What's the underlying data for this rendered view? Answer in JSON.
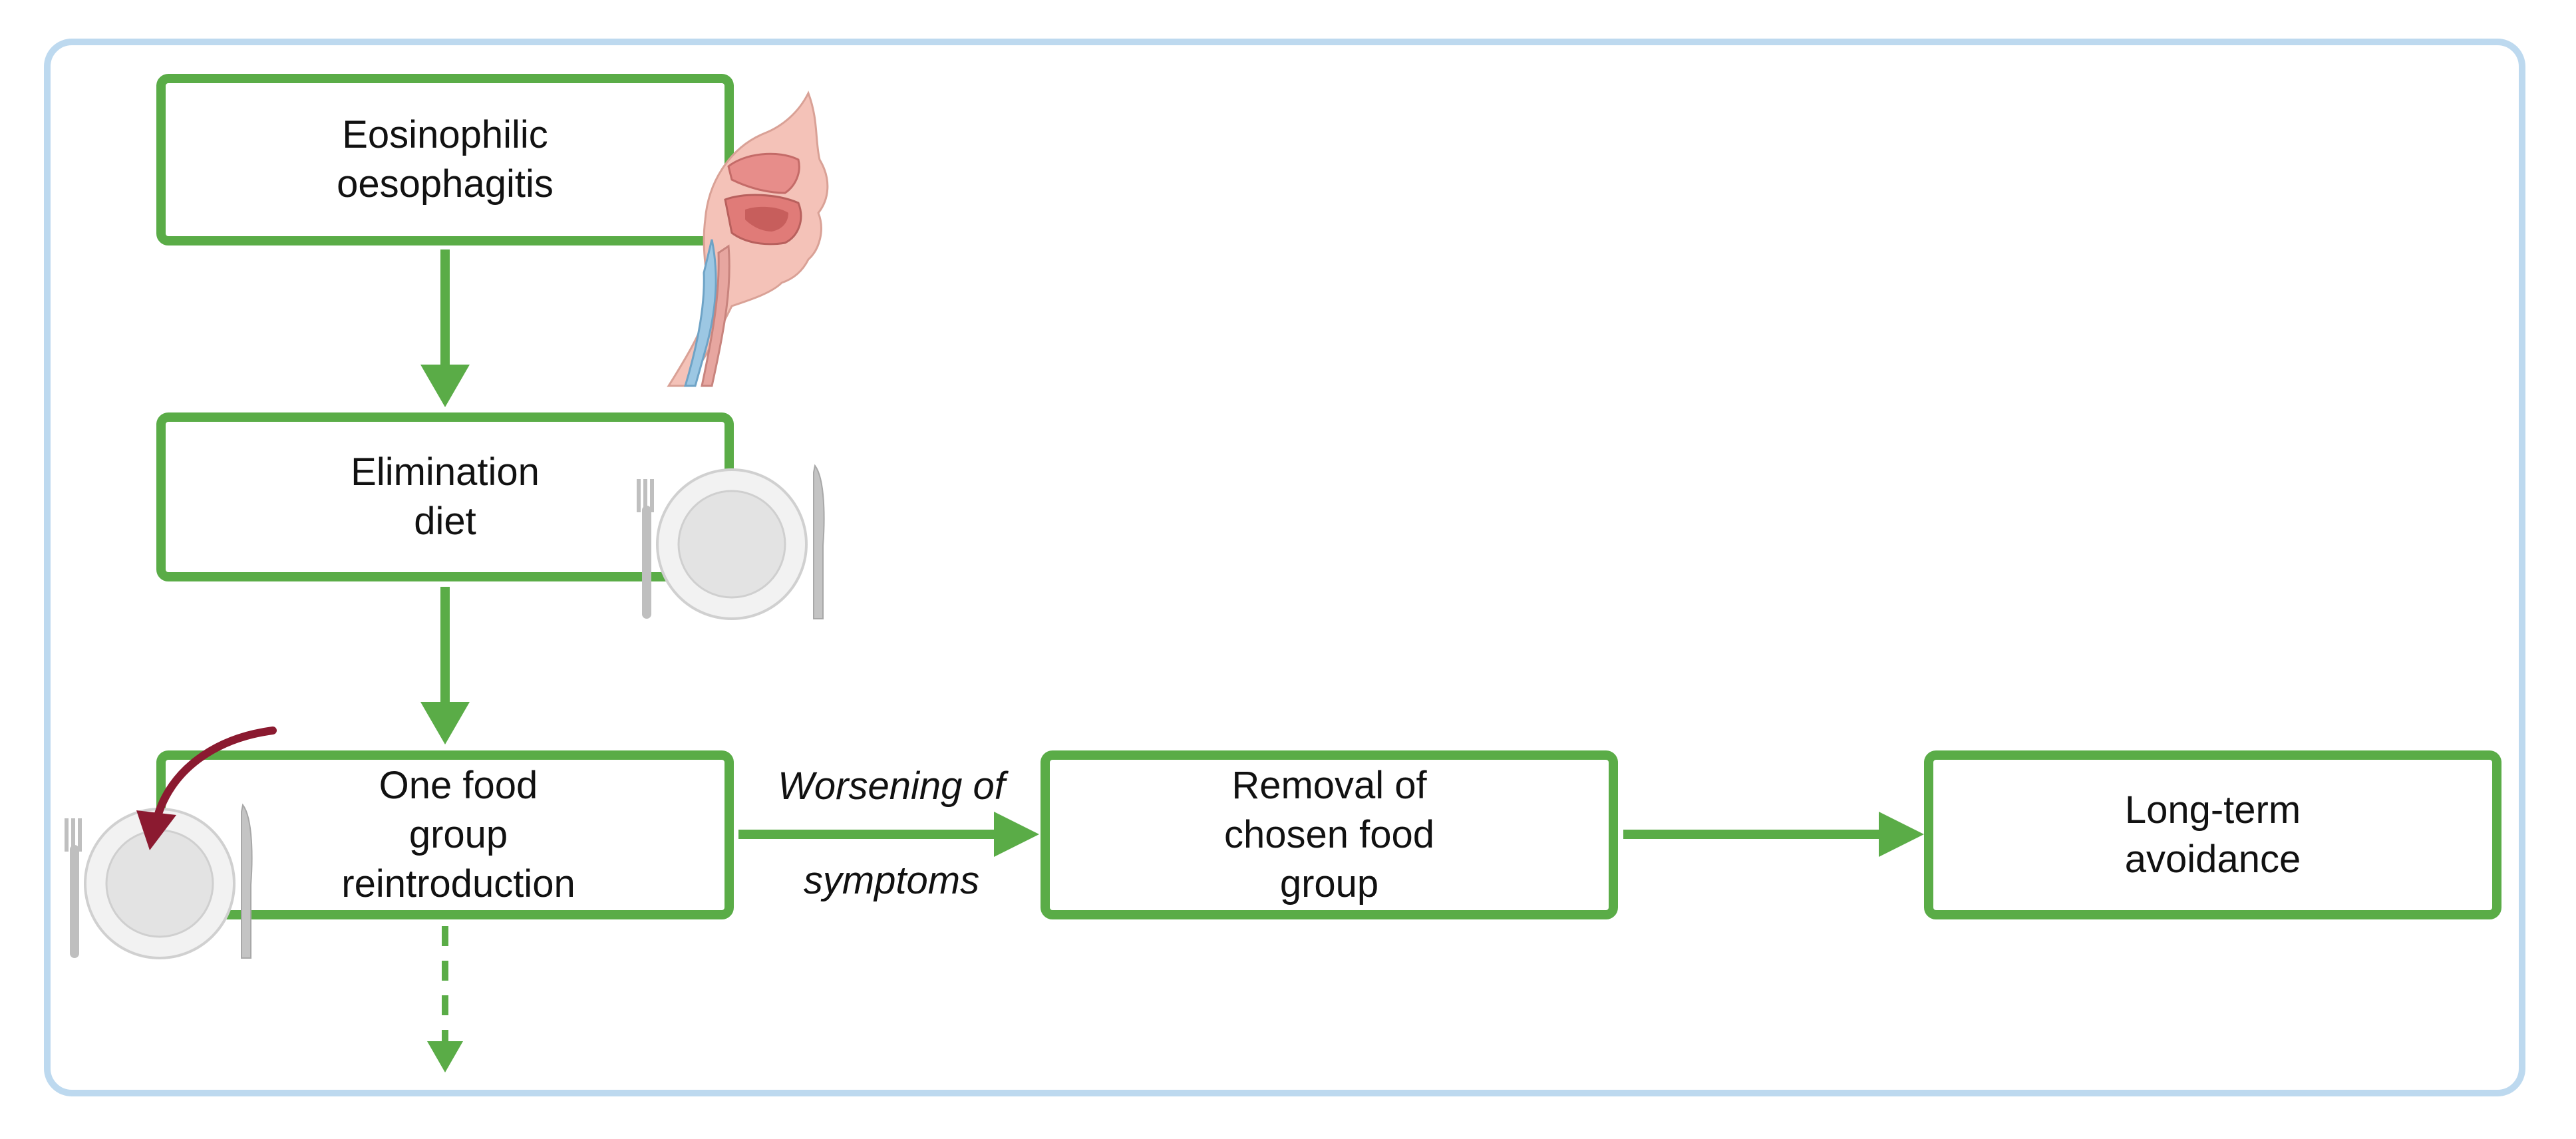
{
  "boxes": {
    "eoe": "Eosinophilic\noesophagitis",
    "elimination": "Elimination\ndiet",
    "one_food": "One food\ngroup\nreintroduction",
    "removal": "Removal of\nchosen food\ngroup",
    "long_term": "Long-term\navoidance"
  },
  "edge_labels": {
    "worsening_line1": "Worsening of",
    "worsening_line2": "symptoms"
  },
  "colors": {
    "box_border": "#5aac47",
    "arrow": "#5aac47",
    "frame": "#bdd9ef",
    "reintroduction_arrow": "#8b1a30"
  },
  "icons": {
    "anatomy": "head-oesophagus-anatomy-icon",
    "plate_elimination": "plate-fork-knife-icon",
    "plate_reintroduction": "plate-fork-knife-with-curved-arrow-icon"
  }
}
